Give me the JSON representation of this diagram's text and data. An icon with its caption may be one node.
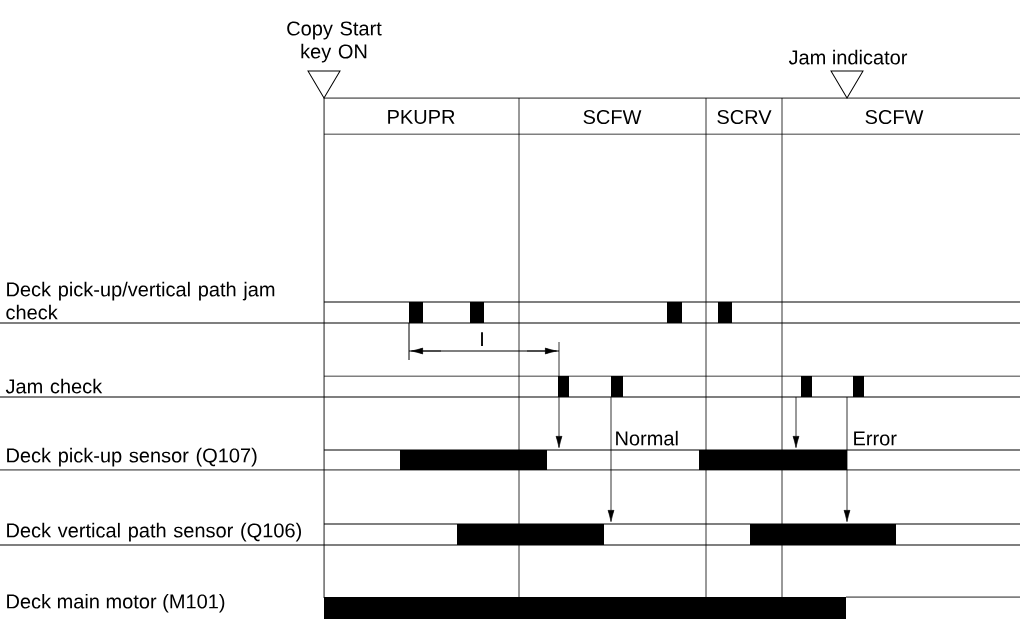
{
  "diagram": {
    "labels": [
      "Copy Start key ON",
      "Jam indicator",
      "PKUPR",
      "SCFW",
      "SCRV",
      "SCFW",
      "Deck pick-up/vertical path jam check",
      "I",
      "Jam check",
      "Deck pick-up sensor (Q107)",
      "Normal",
      "Error",
      "Deck vertical path sensor (Q106)",
      "Deck main motor (M101)"
    ]
  }
}
